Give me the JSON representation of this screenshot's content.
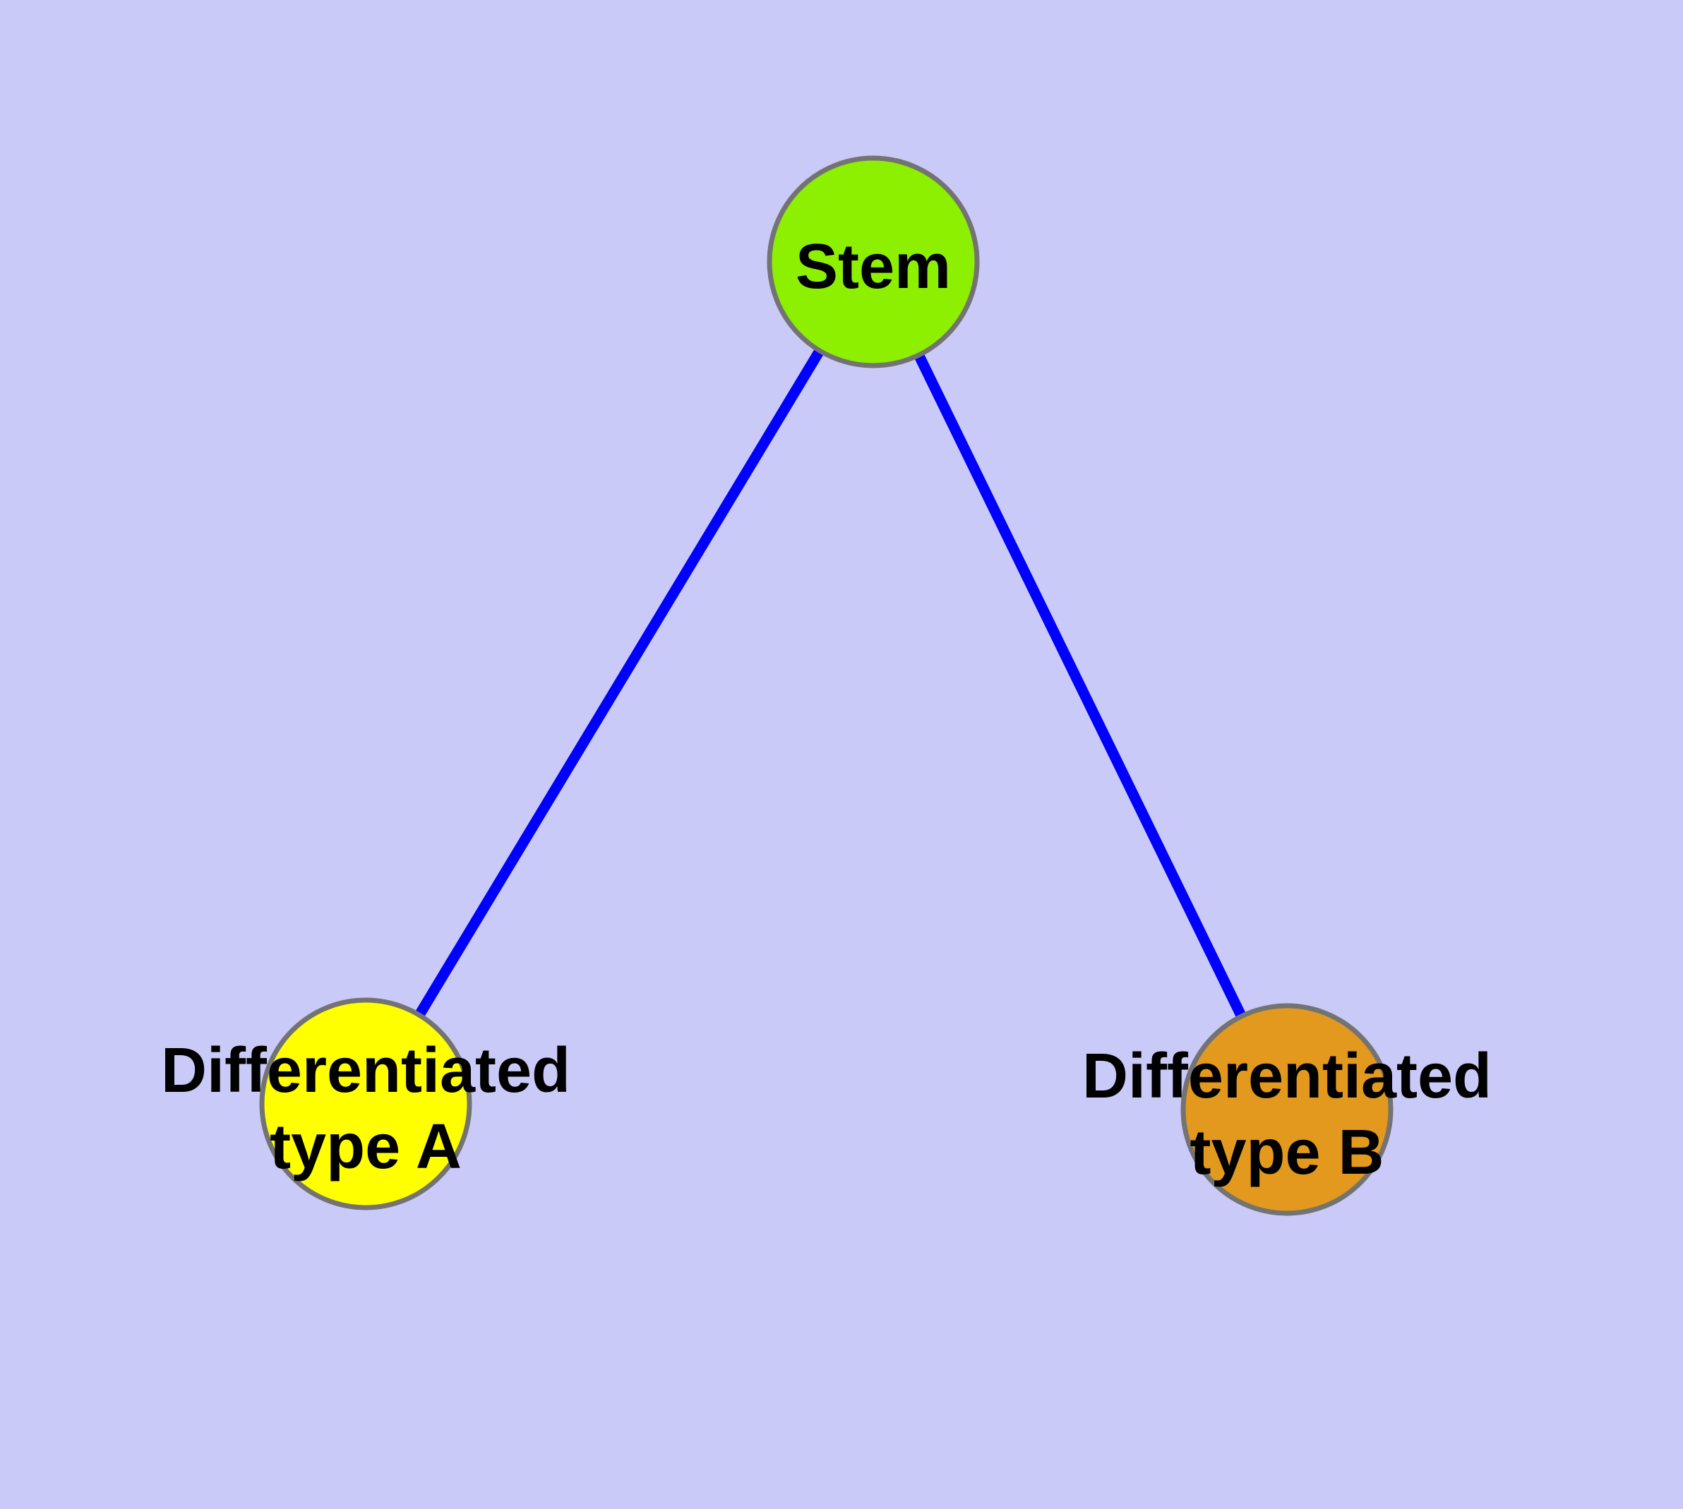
{
  "canvas": {
    "background": "#CACAF8"
  },
  "colors": {
    "edge": "#0000FF",
    "node_border": "#737373",
    "label": "#000000"
  },
  "nodes": [
    {
      "id": "stem",
      "label": "Stem",
      "label_lines": [
        "Stem"
      ],
      "fill": "#8CF000"
    },
    {
      "id": "differentiated-type-a",
      "label": "Differentiated type A",
      "label_lines": [
        "Differentiated",
        "type A"
      ],
      "fill": "#FFFF00"
    },
    {
      "id": "differentiated-type-b",
      "label": "Differentiated type B",
      "label_lines": [
        "Differentiated",
        "type B"
      ],
      "fill": "#E2991E"
    }
  ],
  "edges": [
    {
      "from": "Stem",
      "to": "Differentiated type A"
    },
    {
      "from": "Stem",
      "to": "Differentiated type B"
    }
  ]
}
